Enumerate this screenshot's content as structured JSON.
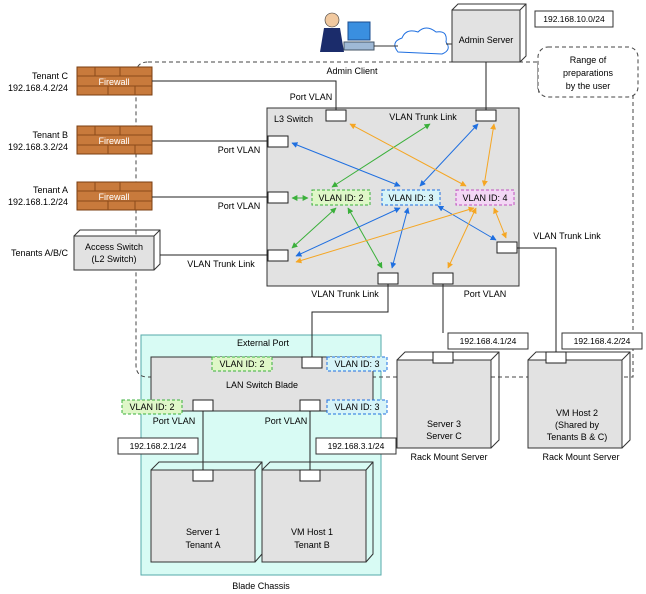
{
  "colors": {
    "blue": "#1f6fe0",
    "green": "#3bb03b",
    "orange": "#f5a623",
    "chassis": "#d8fbf4",
    "firewall": "#c87a3c",
    "vlan2": "#dff7c8",
    "vlan3": "#d6f4f8",
    "vlan4": "#f3d7f5"
  },
  "admin": {
    "client_label": "Admin Client",
    "server_label": "Admin Server",
    "network": "192.168.10.0/24"
  },
  "range_label": [
    "Range of",
    "preparations",
    "by the user"
  ],
  "tenants": [
    {
      "name": "Tenant C",
      "network": "192.168.4.2/24",
      "device": "Firewall"
    },
    {
      "name": "Tenant B",
      "network": "192.168.3.2/24",
      "device": "Firewall"
    },
    {
      "name": "Tenant A",
      "network": "192.168.1.2/24",
      "device": "Firewall"
    }
  ],
  "access": {
    "tenants_label": "Tenants A/B/C",
    "switch_line1": "Access Switch",
    "switch_line2": "(L2 Switch)"
  },
  "l3switch": {
    "title": "L3 Switch",
    "vlan_ids": [
      "VLAN ID: 2",
      "VLAN ID: 3",
      "VLAN ID: 4"
    ]
  },
  "links": {
    "port_vlan": "Port VLAN",
    "vlan_trunk": "VLAN Trunk Link"
  },
  "blade": {
    "external_port": "External Port",
    "switch_label": "LAN Switch Blade",
    "vlan2": "VLAN ID: 2",
    "vlan3": "VLAN ID: 3",
    "chassis_label": "Blade Chassis",
    "net_a": "192.168.2.1/24",
    "net_b": "192.168.3.1/24",
    "server1": [
      "Server 1",
      "Tenant A"
    ],
    "vmhost1": [
      "VM Host 1",
      "Tenant B"
    ]
  },
  "rack": {
    "net3": "192.168.4.1/24",
    "net4": "192.168.4.2/24",
    "server3": [
      "Server 3",
      "Server C"
    ],
    "vmhost2": [
      "VM Host 2",
      "(Shared by",
      "Tenants B & C)"
    ],
    "label": "Rack Mount Server"
  }
}
